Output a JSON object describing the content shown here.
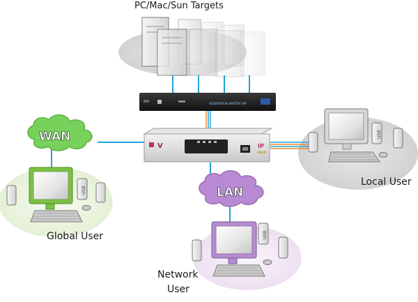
{
  "labels": {
    "targets": "PC/Mac/Sun Targets",
    "wan": "WAN",
    "lan": "LAN",
    "global_user": "Global User",
    "local_user": "Local User",
    "network_user_line1": "Network",
    "network_user_line2": "User",
    "switch_brand": "ADDERVIEW MATRIX MP",
    "ip_badge": "IP",
    "gold_badge": "GOLD",
    "v_badge": "V",
    "usb": "USB"
  },
  "colors": {
    "link": "#1fa3d8",
    "wan_cloud": "#77d15a",
    "lan_cloud": "#b78ad3",
    "global_monitor": "#7bc143",
    "network_monitor": "#b58cd0",
    "ellipse": "#d8d8d8"
  }
}
